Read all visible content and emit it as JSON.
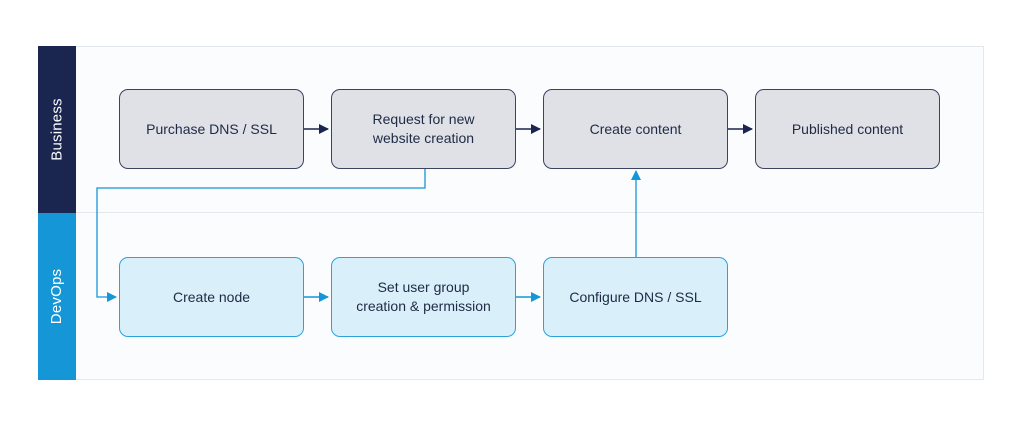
{
  "colors": {
    "business_lane": "#1a2550",
    "devops_lane": "#1596d6",
    "business_arrow": "#1a2550",
    "devops_arrow": "#1596d6"
  },
  "lanes": {
    "business": {
      "label": "Business"
    },
    "devops": {
      "label": "DevOps"
    }
  },
  "nodes": {
    "purchase_dns_ssl": "Purchase DNS / SSL",
    "request_website": "Request for new\nwebsite creation",
    "create_content": "Create content",
    "published_content": "Published content",
    "create_node": "Create node",
    "set_user_group": "Set user group\ncreation & permission",
    "configure_dns_ssl": "Configure DNS / SSL"
  }
}
